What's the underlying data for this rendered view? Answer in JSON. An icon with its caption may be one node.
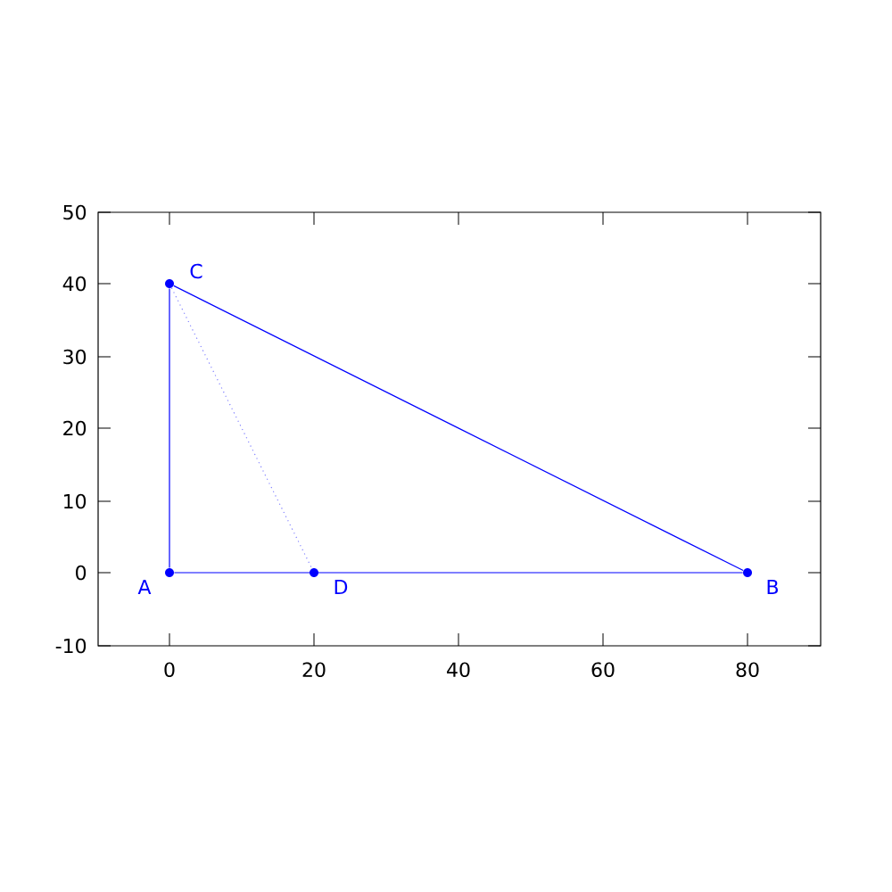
{
  "diagram": {
    "nodes": [
      {
        "text": [
          "A"
        ]
      },
      {
        "text": [
          "B"
        ]
      },
      {
        "text": [
          "C"
        ]
      },
      {
        "text": [
          "D"
        ]
      }
    ],
    "edges": [
      {
        "from": 0,
        "to": 1,
        "arrow": "none"
      },
      {
        "from": 0,
        "to": 2,
        "arrow": "none"
      },
      {
        "from": 2,
        "to": 1,
        "arrow": "none"
      },
      {
        "from": 2,
        "to": 3,
        "arrow": "none",
        "style": "dashed",
        "color": "#8080ff"
      }
    ],
    "labels": [
      "50",
      "40",
      "30",
      "20",
      "10",
      "0",
      "-10",
      "0",
      "20",
      "40",
      "60",
      "80"
    ]
  }
}
